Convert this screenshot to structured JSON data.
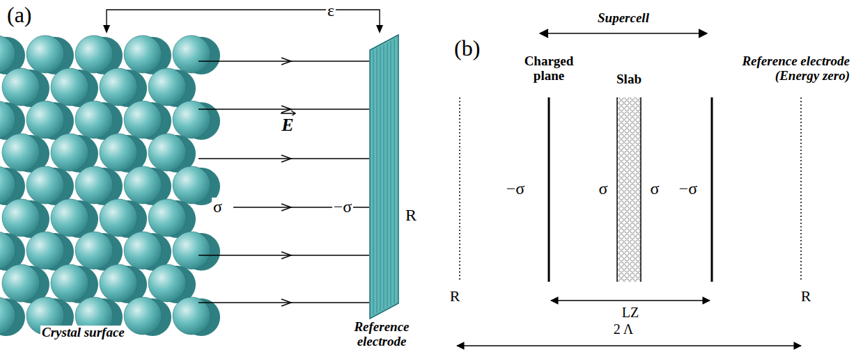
{
  "diagram": {
    "labels": [
      "(a)",
      "ε",
      "E",
      "σ",
      "−σ",
      "R",
      "Crystal surface",
      "Reference electrode",
      "(b)",
      "Supercell",
      "Charged plane",
      "Slab",
      "Reference electrode (Energy zero)",
      "−σ",
      "σ",
      "σ",
      "−σ",
      "R",
      "R",
      "LZ",
      "2 Λ"
    ]
  }
}
